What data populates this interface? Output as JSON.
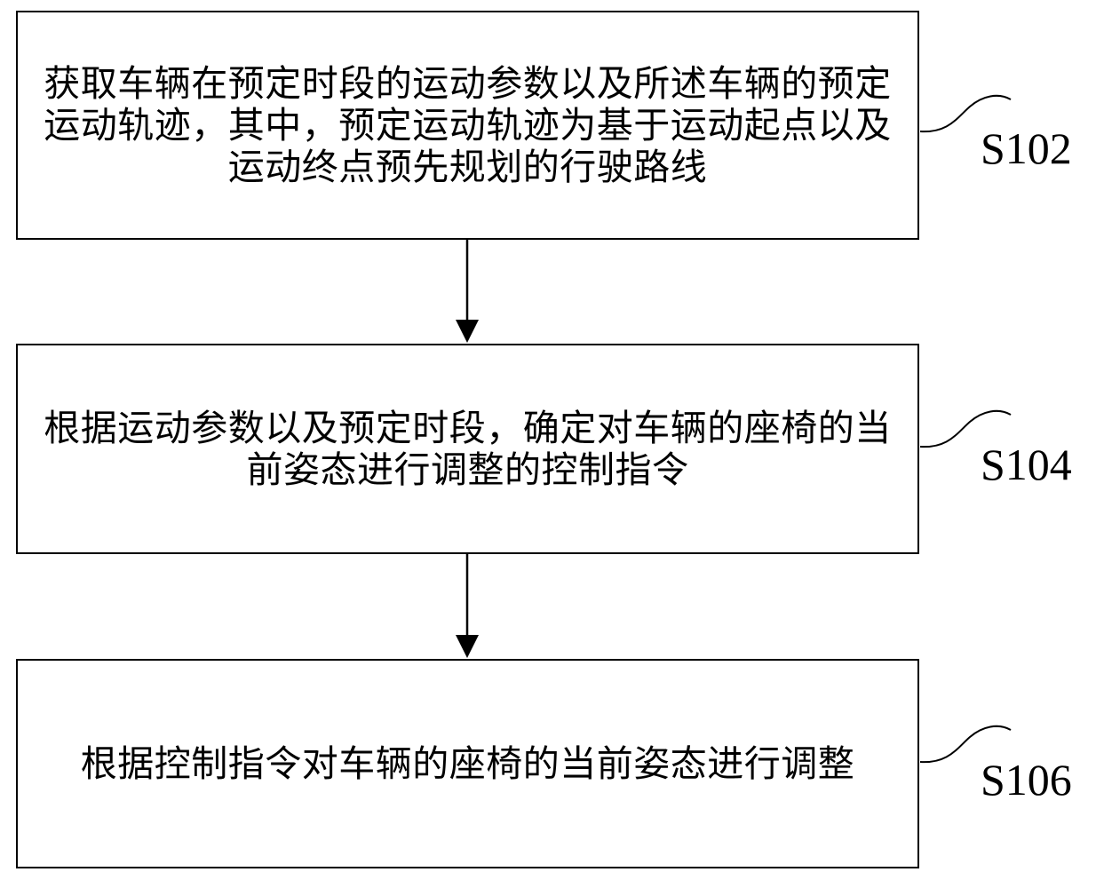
{
  "steps": [
    {
      "id": "S102",
      "text": "获取车辆在预定时段的运动参数以及所述车辆的预定运动轨迹，其中，预定运动轨迹为基于运动起点以及运动终点预先规划的行驶路线"
    },
    {
      "id": "S104",
      "text": "根据运动参数以及预定时段，确定对车辆的座椅的当前姿态进行调整的控制指令"
    },
    {
      "id": "S106",
      "text": "根据控制指令对车辆的座椅的当前姿态进行调整"
    }
  ]
}
